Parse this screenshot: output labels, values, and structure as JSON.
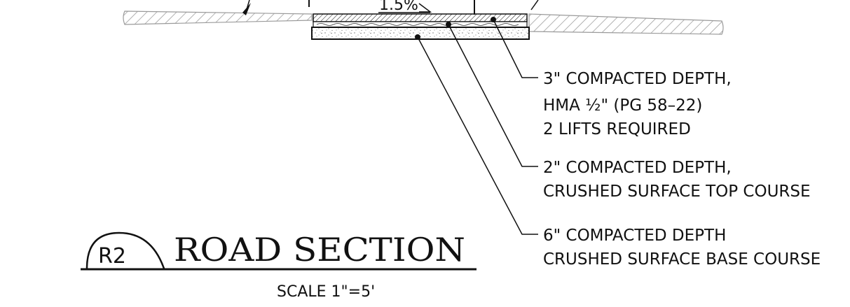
{
  "drawing": {
    "slope_label": "1.5%",
    "title": "ROAD SECTION",
    "detail_tag": "R2",
    "scale_text": "SCALE 1\"=5'",
    "callouts": [
      {
        "lines": [
          "3\" COMPACTED DEPTH,",
          "HMA ½\" (PG 58–22)",
          "2 LIFTS REQUIRED"
        ]
      },
      {
        "lines": [
          "2\" COMPACTED DEPTH,",
          "CRUSHED SURFACE TOP COURSE"
        ]
      },
      {
        "lines": [
          "6\" COMPACTED DEPTH",
          "CRUSHED SURFACE BASE COURSE"
        ]
      }
    ]
  },
  "colors": {
    "ink": "#111111",
    "hatch": "#9a9a9a"
  }
}
